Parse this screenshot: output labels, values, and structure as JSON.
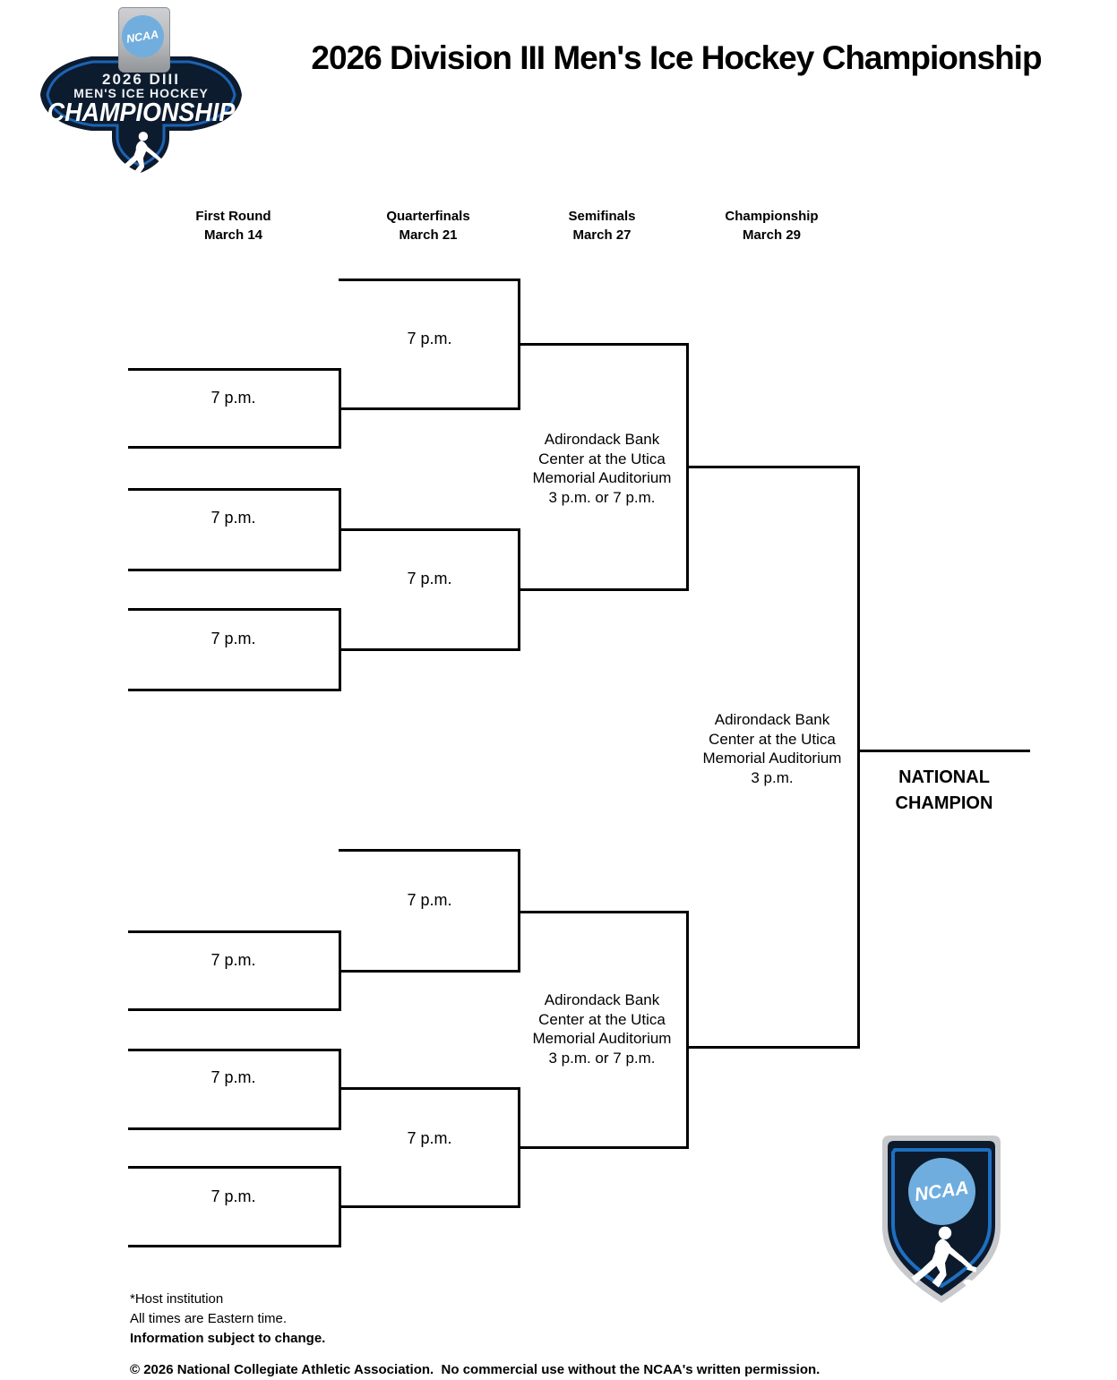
{
  "title": "2026 Division III Men's Ice Hockey Championship",
  "header_logo": {
    "trophy_text": "NCAA",
    "line1": "2026 DIII",
    "line2": "MEN'S ICE HOCKEY",
    "line3": "CHAMPIONSHIP"
  },
  "round_headers": [
    {
      "round": "First Round",
      "date": "March 14"
    },
    {
      "round": "Quarterfinals",
      "date": "March 21"
    },
    {
      "round": "Semifinals",
      "date": "March 27"
    },
    {
      "round": "Championship",
      "date": "March 29"
    }
  ],
  "first_round_games": [
    "7 p.m.",
    "7 p.m.",
    "7 p.m.",
    "7 p.m.",
    "7 p.m.",
    "7 p.m."
  ],
  "quarterfinal_games": [
    "7 p.m.",
    "7 p.m.",
    "7 p.m.",
    "7 p.m."
  ],
  "semifinal_top": {
    "venue_line1": "Adirondack Bank",
    "venue_line2": "Center at the Utica",
    "venue_line3": "Memorial Auditorium",
    "time": "3 p.m. or 7 p.m."
  },
  "semifinal_bottom": {
    "venue_line1": "Adirondack Bank",
    "venue_line2": "Center at the Utica",
    "venue_line3": "Memorial Auditorium",
    "time": "3 p.m. or 7 p.m."
  },
  "championship_game": {
    "venue_line1": "Adirondack Bank",
    "venue_line2": "Center at the Utica",
    "venue_line3": "Memorial Auditorium",
    "time": "3 p.m."
  },
  "champion": {
    "line1": "NATIONAL",
    "line2": "CHAMPION"
  },
  "footnotes": {
    "host_note": "*Host institution",
    "time_note": "All times are Eastern time.",
    "change_note": "Information subject to change.",
    "copyright": "© 2026 National Collegiate Athletic Association.  No commercial use without the NCAA's written permission."
  },
  "ncaa_shield": {
    "text": "NCAA"
  },
  "colors": {
    "navy": "#0d1b2e",
    "ncaa_blue": "#1c64b4",
    "light_blue": "#6fadde",
    "trophy_gray": "#b9bbbe",
    "line_black": "#000000"
  }
}
